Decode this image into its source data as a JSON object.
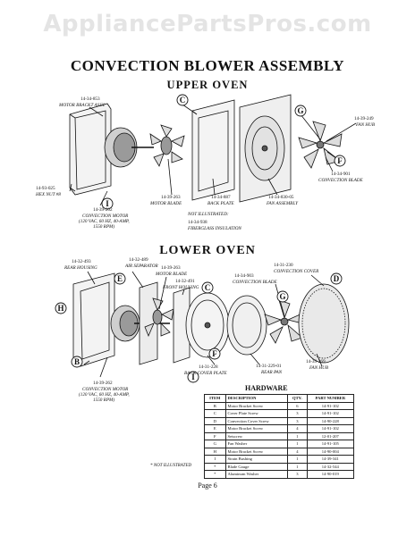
{
  "watermark": "AppliancePartsPros.com",
  "title": "CONVECTION BLOWER ASSEMBLY",
  "upper_oven": {
    "heading": "UPPER OVEN",
    "parts": [
      {
        "num": "14-34-853",
        "name": "MOTOR BRACKT ASSY."
      },
      {
        "num": "14-93-025",
        "name": "HEX NUT #8"
      },
      {
        "num": "14-39-262",
        "name": "CONVECTION MOTOR"
      },
      {
        "num": "",
        "name": "(120 VAC, 60 HZ, 40-AMP,"
      },
      {
        "num": "",
        "name": "1550 RPM)"
      },
      {
        "num": "14-39-263",
        "name": "MOTOR BLADE"
      },
      {
        "num": "14-34-887",
        "name": "BACK PLATE"
      },
      {
        "num": "14-34-830-05",
        "name": "FAN ASSEMBLY"
      },
      {
        "num": "14-39-249",
        "name": "FAN HUB"
      },
      {
        "num": "14-34-901",
        "name": "CONVECTION BLADE"
      }
    ],
    "not_illustrated_label": "NOT ILLUSTRATED:",
    "not_illustrated_num": "14-34-938",
    "not_illustrated_name": "FIBERGLASS INSULATION",
    "callouts": [
      "C",
      "G",
      "I",
      "F"
    ]
  },
  "lower_oven": {
    "heading": "LOWER OVEN",
    "parts": [
      {
        "num": "14-32-493",
        "name": "REAR HOUSING"
      },
      {
        "num": "14-32-489",
        "name": "AIR SEPARATOR"
      },
      {
        "num": "14-39-263",
        "name": "MOTOR BLADE"
      },
      {
        "num": "14-32-491",
        "name": "FRONT HOUSING"
      },
      {
        "num": "14-34-903",
        "name": "CONVECTION BLADE"
      },
      {
        "num": "14-31-230",
        "name": "CONVECTION COVER"
      },
      {
        "num": "14-31-228",
        "name": "BACK COVER PLATE"
      },
      {
        "num": "14-31-229-01",
        "name": "REAR PAN"
      },
      {
        "num": "14-39-269",
        "name": "FAN HUB"
      },
      {
        "num": "14-39-262",
        "name": "CONVECTION MOTOR"
      },
      {
        "num": "",
        "name": "(120 VAC, 60 HZ, 40-AMP,"
      },
      {
        "num": "",
        "name": "1550 RPM)"
      }
    ],
    "callouts": [
      "E",
      "C",
      "G",
      "D",
      "H",
      "B",
      "F",
      "I"
    ]
  },
  "hardware": {
    "title": "HARDWARE",
    "headers": [
      "ITEM",
      "DESCRIPTION",
      "QTY.",
      "PART NUMBER"
    ],
    "rows": [
      [
        "B",
        "Motor Bracket Screw",
        "6",
        "14-91-102"
      ],
      [
        "C",
        "Cover Plate Screw",
        "3",
        "14-91-102"
      ],
      [
        "D",
        "Convection Cover Screw",
        "3",
        "14-90-228"
      ],
      [
        "E",
        "Motor Bracket Screw",
        "4",
        "14-91-102"
      ],
      [
        "F",
        "Setscrew",
        "1",
        "12-01-207"
      ],
      [
        "G",
        "Fan Washer",
        "1",
        "14-91-105"
      ],
      [
        "H",
        "Motor Bracket Screw",
        "4",
        "14-90-004"
      ],
      [
        "I",
        "Strain Bushing",
        "1",
        "14-39-341"
      ],
      [
        "*",
        "Blade Gauge",
        "1",
        "14-32-544"
      ],
      [
        "*",
        "Aluminum Washer",
        "3",
        "14-90-019"
      ]
    ]
  },
  "not_illustrated_note": "* NOT ILLUSTRATED",
  "page_label": "Page 6"
}
